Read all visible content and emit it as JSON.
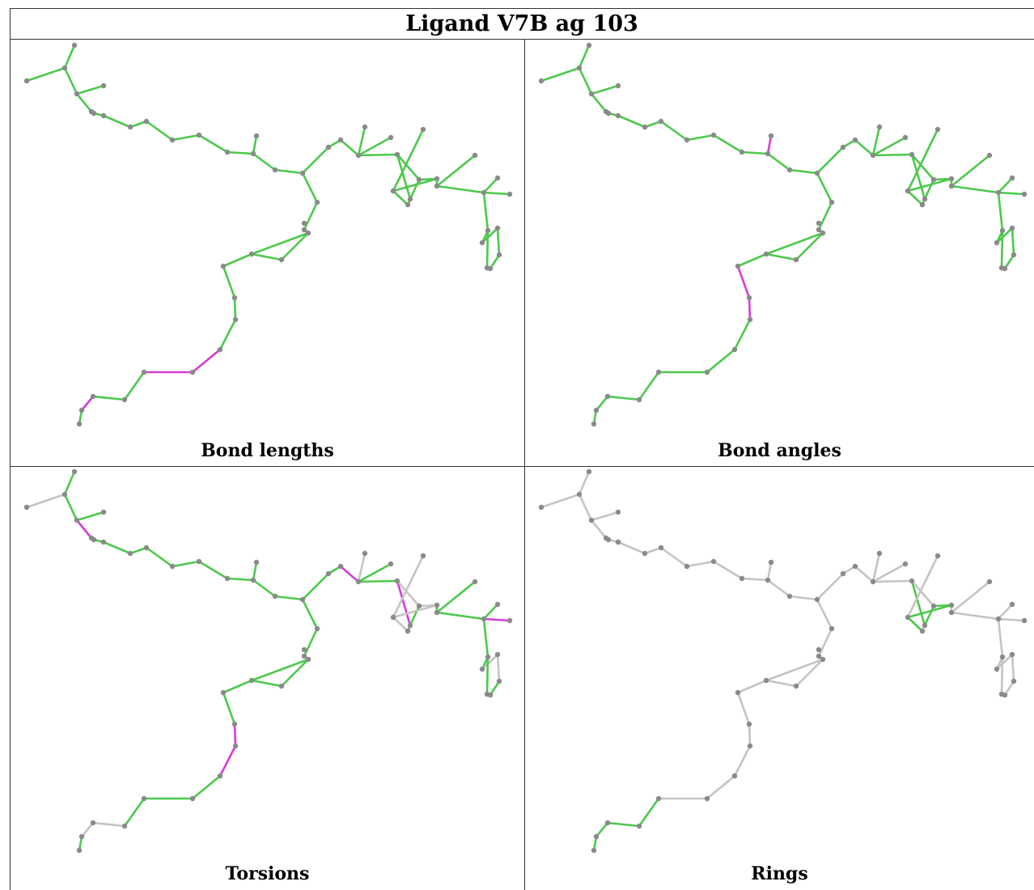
{
  "title": "Ligand V7B ag 103",
  "colors": {
    "green": "#4cc94c",
    "magenta": "#d63cd6",
    "gray": "#c4c4c4",
    "atom": "#8a8a8a",
    "border": "#333333"
  },
  "panels": [
    {
      "caption": "Bond lengths",
      "highlight": [
        [
          26,
          27
        ],
        [
          27,
          28
        ],
        [
          30,
          31
        ]
      ],
      "gray": []
    },
    {
      "caption": "Bond angles",
      "highlight": [
        [
          13,
          14
        ],
        [
          14,
          15
        ],
        [
          15,
          26
        ],
        [
          22,
          23
        ],
        [
          23,
          24
        ],
        [
          24,
          25
        ],
        [
          25,
          36
        ],
        [
          36,
          37
        ],
        [
          36,
          38
        ]
      ],
      "gray": []
    },
    {
      "caption": "Torsions",
      "highlight": [
        [
          3,
          5
        ],
        [
          24,
          25
        ],
        [
          25,
          26
        ],
        [
          32,
          33
        ],
        [
          34,
          35
        ],
        [
          38,
          39
        ],
        [
          46,
          47
        ]
      ],
      "gray": [
        [
          0,
          2
        ],
        [
          24,
          35
        ],
        [
          25,
          36
        ],
        [
          35,
          36
        ],
        [
          36,
          37
        ],
        [
          36,
          38
        ],
        [
          29,
          30
        ],
        [
          30,
          31
        ],
        [
          41,
          42
        ],
        [
          42,
          44
        ],
        [
          40,
          41
        ],
        [
          38,
          40
        ],
        [
          40,
          43
        ],
        [
          42,
          43
        ],
        [
          43,
          45
        ],
        [
          44,
          45
        ],
        [
          50,
          51
        ],
        [
          51,
          52
        ],
        [
          53,
          54
        ]
      ]
    },
    {
      "caption": "Rings",
      "highlight": [],
      "gray": "all-except-rings",
      "rings": [
        [
          28,
          29,
          30,
          31,
          32,
          33
        ],
        [
          38,
          39,
          40,
          41,
          42,
          43
        ]
      ]
    }
  ]
}
